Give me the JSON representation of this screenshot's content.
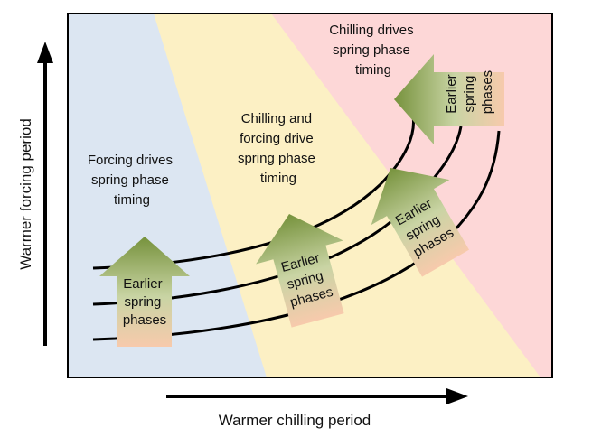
{
  "zones": {
    "forcing": {
      "lines": [
        "Forcing drives",
        "spring phase",
        "timing"
      ],
      "color": "#dce6f2"
    },
    "both": {
      "lines": [
        "Chilling and",
        "forcing drive",
        "spring phase",
        "timing"
      ],
      "color": "#fcf0c4"
    },
    "chilling": {
      "lines": [
        "Chilling drives",
        "spring phase",
        "timing"
      ],
      "color": "#fdd7d7"
    }
  },
  "arrow_label": [
    "Earlier",
    "spring",
    "phases"
  ],
  "axes": {
    "x_label": "Warmer chilling period",
    "y_label": "Warmer forcing period"
  },
  "colors": {
    "arrow_top": "#76923c",
    "arrow_bottom": "#f7caac",
    "curve": "#000000"
  }
}
